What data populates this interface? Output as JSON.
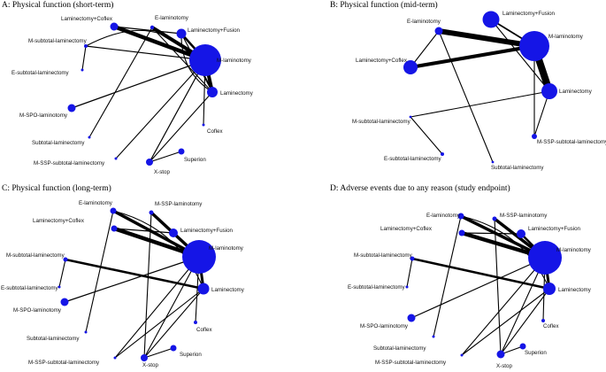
{
  "colors": {
    "node": "#1515e6",
    "edge": "#000000"
  },
  "panels": [
    {
      "id": "A",
      "title": "A: Physical function (short-term)",
      "nodes": [
        {
          "id": "lam_coflex",
          "label": "Laminectomy+Coflex"
        },
        {
          "id": "e_lam",
          "label": "E-laminotomy"
        },
        {
          "id": "lam_fusion",
          "label": "Laminectomy+Fusion"
        },
        {
          "id": "m_sub",
          "label": "M-subtotal-laminectomy"
        },
        {
          "id": "m_lam",
          "label": "M-laminotomy"
        },
        {
          "id": "e_sub",
          "label": "E-subtotal-laminectomy"
        },
        {
          "id": "laminectomy",
          "label": "Laminectomy"
        },
        {
          "id": "m_spo",
          "label": "M-SPO-laminotomy"
        },
        {
          "id": "coflex",
          "label": "Coflex"
        },
        {
          "id": "sub_lam",
          "label": "Subtotal-laminectomy"
        },
        {
          "id": "superion",
          "label": "Superion"
        },
        {
          "id": "m_ssp",
          "label": "M-SSP-subtotal-laminectomy"
        },
        {
          "id": "xstop",
          "label": "X-stop"
        }
      ]
    },
    {
      "id": "B",
      "title": "B: Physical function (mid-term)",
      "nodes": [
        {
          "id": "e_lam",
          "label": "E-laminotomy"
        },
        {
          "id": "lam_fusion",
          "label": "Laminectomy+Fusion"
        },
        {
          "id": "m_lam",
          "label": "M-laminotomy"
        },
        {
          "id": "lam_coflex",
          "label": "Laminectomy+Coflex"
        },
        {
          "id": "laminectomy",
          "label": "Laminectomy"
        },
        {
          "id": "m_sub",
          "label": "M-subtotal-laminectomy"
        },
        {
          "id": "m_ssp",
          "label": "M-SSP-subtotal-laminectomy"
        },
        {
          "id": "e_sub",
          "label": "E-subtotal-laminectomy"
        },
        {
          "id": "sub_lam",
          "label": "Subtotal-laminectomy"
        }
      ]
    },
    {
      "id": "C",
      "title": "C: Physical function (long-term)",
      "nodes": [
        {
          "id": "e_lam",
          "label": "E-laminotomy"
        },
        {
          "id": "m_ssp_lam",
          "label": "M-SSP-laminotomy"
        },
        {
          "id": "lam_coflex",
          "label": "Laminectomy+Coflex"
        },
        {
          "id": "lam_fusion",
          "label": "Laminectomy+Fusion"
        },
        {
          "id": "m_lam",
          "label": "M-laminotomy"
        },
        {
          "id": "m_sub",
          "label": "M-subtotal-laminectomy"
        },
        {
          "id": "e_sub",
          "label": "E-subtotal-laminectomy"
        },
        {
          "id": "laminectomy",
          "label": "Laminectomy"
        },
        {
          "id": "m_spo",
          "label": "M-SPO-laminotomy"
        },
        {
          "id": "coflex",
          "label": "Coflex"
        },
        {
          "id": "sub_lam",
          "label": "Subtotal-laminectomy"
        },
        {
          "id": "superion",
          "label": "Superion"
        },
        {
          "id": "m_ssp",
          "label": "M-SSP-subtotal-laminectomy"
        },
        {
          "id": "xstop",
          "label": "X-stop"
        }
      ]
    },
    {
      "id": "D",
      "title": "D: Adverse events due to any reason (study endpoint)",
      "nodes": [
        {
          "id": "e_lam",
          "label": "E-laminotomy"
        },
        {
          "id": "m_ssp_lam",
          "label": "M-SSP-laminotomy"
        },
        {
          "id": "lam_coflex",
          "label": "Laminectomy+Coflex"
        },
        {
          "id": "lam_fusion",
          "label": "Laminectomy+Fusion"
        },
        {
          "id": "m_lam",
          "label": "M-laminotomy"
        },
        {
          "id": "m_sub",
          "label": "M-subtotal-laminectomy"
        },
        {
          "id": "e_sub",
          "label": "E-subtotal-laminectomy"
        },
        {
          "id": "laminectomy",
          "label": "Laminectomy"
        },
        {
          "id": "m_spo",
          "label": "M-SPO-laminotomy"
        },
        {
          "id": "coflex",
          "label": "Coflex"
        },
        {
          "id": "sub_lam",
          "label": "Subtotal-laminectomy"
        },
        {
          "id": "superion",
          "label": "Superion"
        },
        {
          "id": "m_ssp",
          "label": "M-SSP-subtotal-laminectomy"
        },
        {
          "id": "xstop",
          "label": "X-stop"
        }
      ]
    }
  ]
}
